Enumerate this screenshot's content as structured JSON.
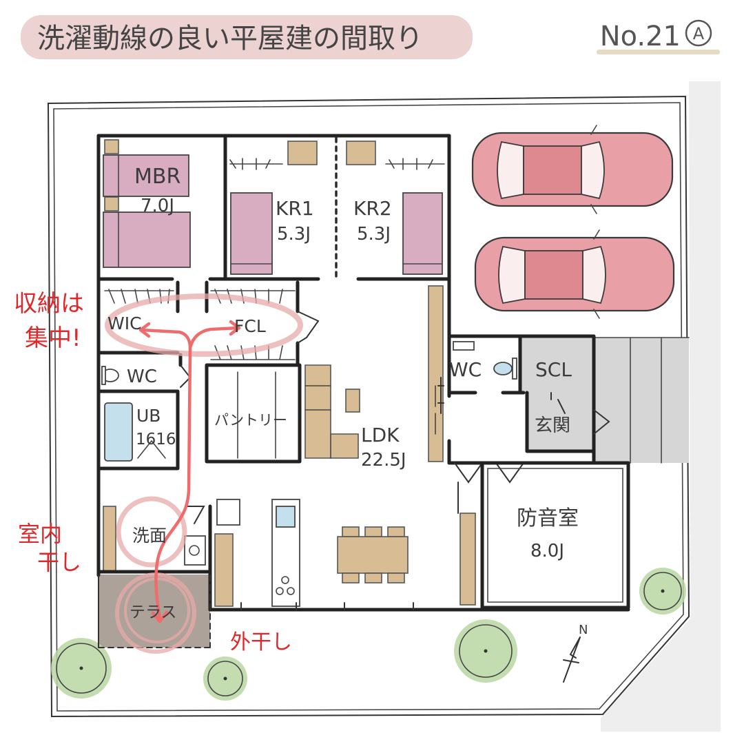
{
  "header": {
    "title": "洗濯動線の良い平屋建の間取り",
    "plan_number": "No.21",
    "variant": "A"
  },
  "rooms": {
    "mbr": {
      "name": "MBR",
      "size": "7.0J"
    },
    "kr1": {
      "name": "KR1",
      "size": "5.3J"
    },
    "kr2": {
      "name": "KR2",
      "size": "5.3J"
    },
    "wic": {
      "name": "WIC"
    },
    "fcl": {
      "name": "FCL"
    },
    "wc_left": {
      "name": "WC"
    },
    "ub": {
      "name": "UB",
      "size": "1616"
    },
    "pantry": {
      "name": "パントリー"
    },
    "ldk": {
      "name": "LDK",
      "size": "22.5J"
    },
    "wc_right": {
      "name": "WC"
    },
    "scl": {
      "name": "SCL"
    },
    "genkan": {
      "name": "玄関"
    },
    "soundproof": {
      "name": "防音室",
      "size": "8.0J"
    },
    "senmen": {
      "name": "洗面"
    },
    "terrace": {
      "name": "テラス"
    }
  },
  "annotations": {
    "storage_line1": "収納は",
    "storage_line2": "集中!",
    "indoor_line1": "室内",
    "indoor_line2": "干し",
    "outdoor": "外干し"
  },
  "compass": {
    "north": "N"
  },
  "colors": {
    "title_bg": "#ecd2d1",
    "underline": "#e6dcc3",
    "annotation_red": "#e0282a",
    "route": "#f06b6b",
    "highlight_pink": "#e8a9a9",
    "bed": "#d9adc1",
    "car": "#e8a0a6",
    "car_dark": "#de8890",
    "furniture": "#d8bc93",
    "water": "#c4e0ec",
    "tree": "#b8d7a2",
    "floor_gray": "#d6d6d6",
    "terrace": "#ada299",
    "outside_gray": "#eeeeee"
  }
}
